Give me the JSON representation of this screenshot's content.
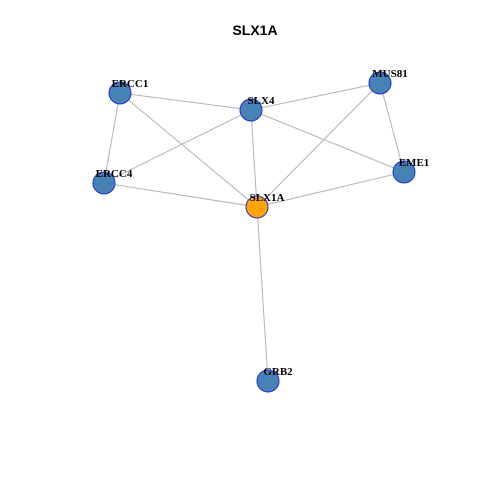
{
  "title": "SLX1A",
  "colors": {
    "node_fill": "#4682b4",
    "focus_fill": "#ffa500",
    "node_border": "#1f2fd6",
    "edge": "#b3b3b3"
  },
  "nodes": [
    {
      "id": "ERCC1",
      "label": "ERCC1",
      "focus": false
    },
    {
      "id": "SLX4",
      "label": "SLX4",
      "focus": false
    },
    {
      "id": "MUS81",
      "label": "MUS81",
      "focus": false
    },
    {
      "id": "EME1",
      "label": "EME1",
      "focus": false
    },
    {
      "id": "ERCC4",
      "label": "ERCC4",
      "focus": false
    },
    {
      "id": "SLX1A",
      "label": "SLX1A",
      "focus": true
    },
    {
      "id": "GRB2",
      "label": "GRB2",
      "focus": false
    }
  ],
  "edges": [
    [
      "ERCC1",
      "SLX4"
    ],
    [
      "ERCC1",
      "ERCC4"
    ],
    [
      "ERCC1",
      "SLX1A"
    ],
    [
      "SLX4",
      "MUS81"
    ],
    [
      "SLX4",
      "ERCC4"
    ],
    [
      "SLX4",
      "SLX1A"
    ],
    [
      "SLX4",
      "EME1"
    ],
    [
      "MUS81",
      "EME1"
    ],
    [
      "MUS81",
      "SLX1A"
    ],
    [
      "ERCC4",
      "SLX1A"
    ],
    [
      "EME1",
      "SLX1A"
    ],
    [
      "SLX1A",
      "GRB2"
    ]
  ]
}
